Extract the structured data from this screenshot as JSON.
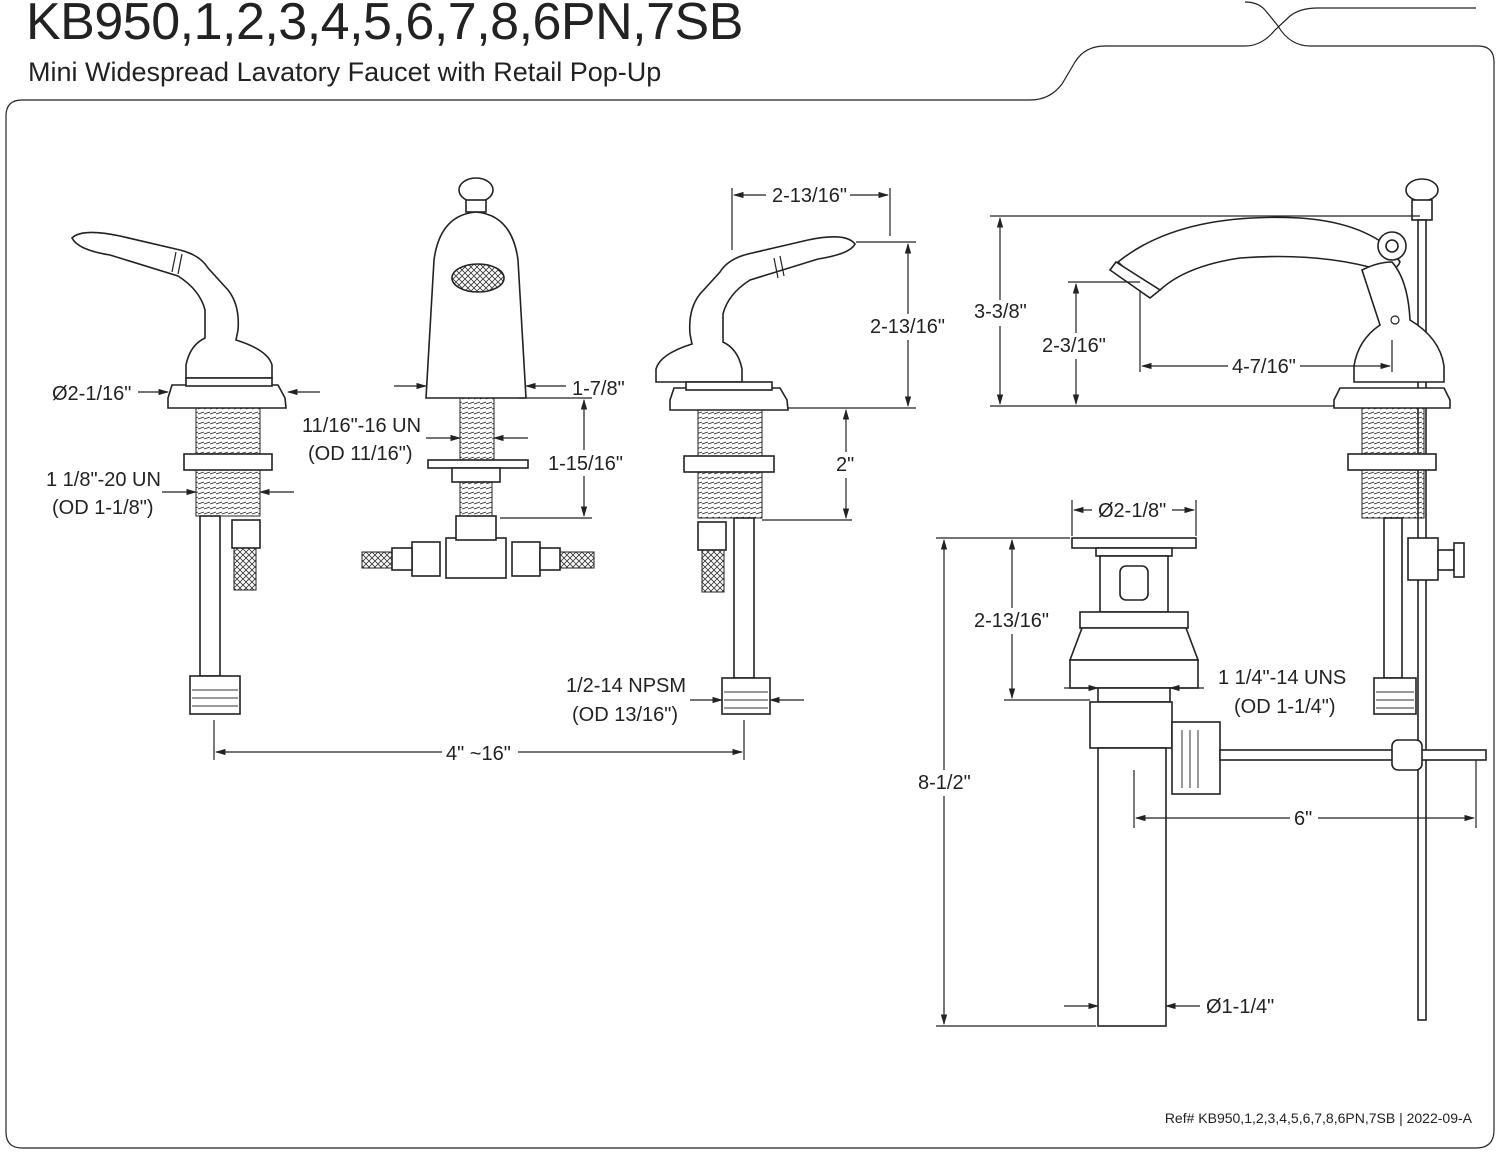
{
  "header": {
    "title": "KB950,1,2,3,4,5,6,7,8,6PN,7SB",
    "subtitle": "Mini Widespread Lavatory Faucet with Retail Pop-Up"
  },
  "footer": {
    "ref": "Ref# KB950,1,2,3,4,5,6,7,8,6PN,7SB | 2022-09-A"
  },
  "dimensions": {
    "flange_dia": "Ø2-1/16\"",
    "handle_thread": "1 1/8\"-20 UN",
    "handle_thread_od": "(OD 1-1/8\")",
    "spout_thread": "11/16\"-16 UN",
    "spout_thread_od": "(OD 11/16\")",
    "spout_base": "1-7/8\"",
    "spout_shank": "1-15/16\"",
    "handle_reach": "2-13/16\"",
    "handle_height": "2-13/16\"",
    "handle_shank": "2\"",
    "supply_thread": "1/2-14 NPSM",
    "supply_thread_od": "(OD 13/16\")",
    "spread": "4\" ~16\"",
    "overall_height": "3-3/8\"",
    "spout_height": "2-3/16\"",
    "spout_reach": "4-7/16\"",
    "drain_dia": "Ø2-1/8\"",
    "drain_body": "2-13/16\"",
    "drain_thread": "1 1/4\"-14 UNS",
    "drain_thread_od": "(OD 1-1/4\")",
    "drain_total": "8-1/2\"",
    "rod_length": "6\"",
    "tailpiece_dia": "Ø1-1/4\""
  }
}
